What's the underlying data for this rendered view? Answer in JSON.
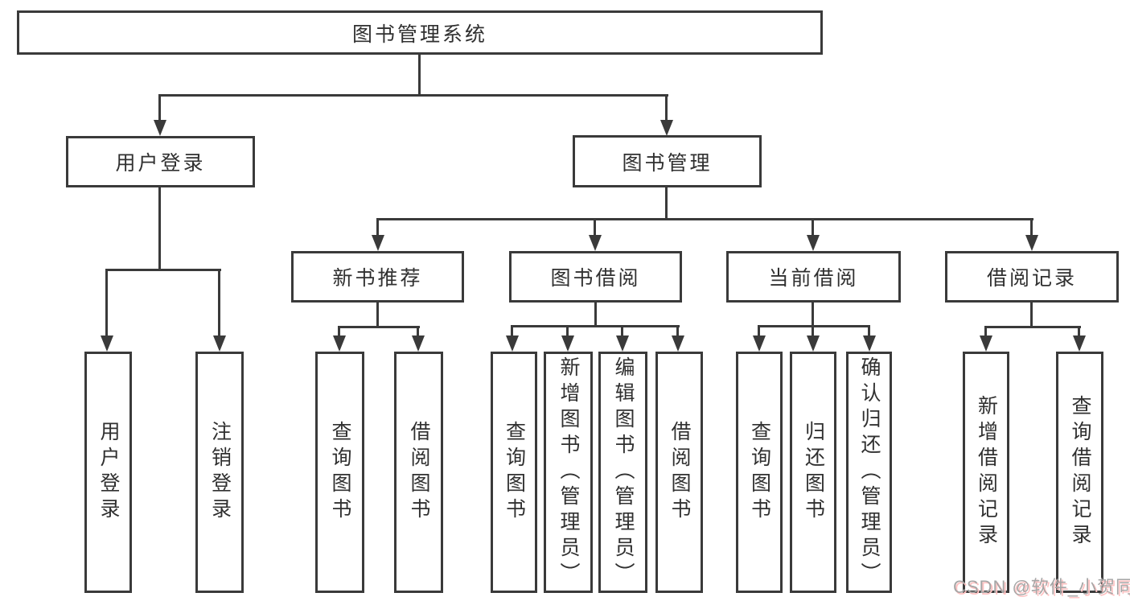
{
  "diagram": {
    "root": {
      "label": "图书管理系统"
    },
    "branches": [
      {
        "label": "用户登录",
        "children": [
          {
            "label": "用户登录"
          },
          {
            "label": "注销登录"
          }
        ]
      },
      {
        "label": "图书管理",
        "children": [
          {
            "label": "新书推荐",
            "children": [
              {
                "label": "查询图书"
              },
              {
                "label": "借阅图书"
              }
            ]
          },
          {
            "label": "图书借阅",
            "children": [
              {
                "label": "查询图书"
              },
              {
                "label": "新增图书（管理员）"
              },
              {
                "label": "编辑图书（管理员）"
              },
              {
                "label": "借阅图书"
              }
            ]
          },
          {
            "label": "当前借阅",
            "children": [
              {
                "label": "查询图书"
              },
              {
                "label": "归还图书"
              },
              {
                "label": "确认归还（管理员）"
              }
            ]
          },
          {
            "label": "借阅记录",
            "children": [
              {
                "label": "新增借阅记录"
              },
              {
                "label": "查询借阅记录"
              }
            ]
          }
        ]
      }
    ]
  },
  "watermark": {
    "text": "CSDN @软件_小贺同学"
  },
  "colors": {
    "line": "#3a3a3a",
    "text": "#303030",
    "background": "#ffffff",
    "watermark_text": "#a6a6a6",
    "watermark_shadow": "#ffc2c2"
  }
}
